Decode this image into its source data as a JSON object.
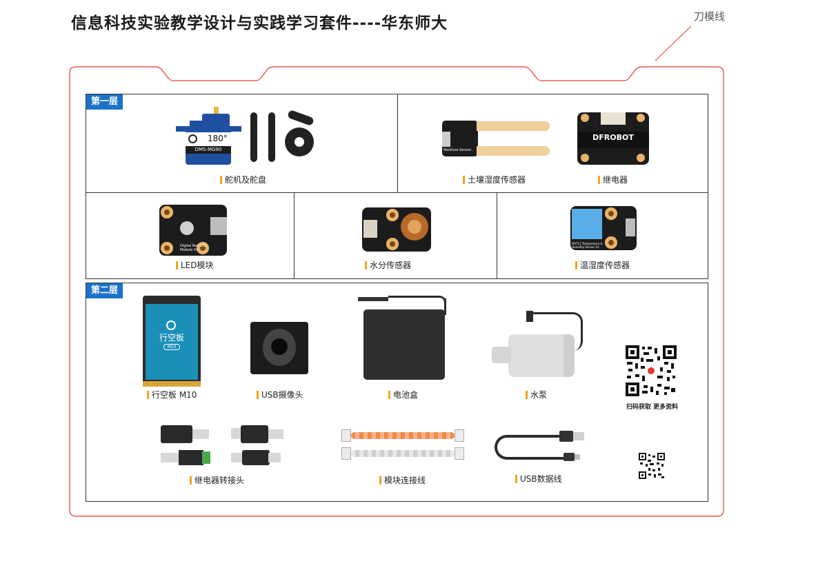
{
  "title": "信息科技实验教学设计与实践学习套件----华东师大",
  "dieline_label": "刀模线",
  "colors": {
    "dieline": "#e23a2c",
    "tag": "#1b73c9",
    "marker": "#f5a21b"
  },
  "layer1": {
    "tag": "第一层",
    "servo_angle": "180°",
    "servo_model": "DMS-MG90",
    "items": [
      "舵机及舵盘",
      "土壤湿度传感器",
      "继电器",
      "LED模块",
      "水分传感器",
      "温湿度传感器"
    ],
    "moisture_board_text": "Moisture Sensor",
    "relay_brand": "DFROBOT",
    "led_board_text": "Digital Red LED Module V2",
    "dht_board_text": "DHT11 Temperature & Humidity Sensor V2"
  },
  "layer2": {
    "tag": "第二层",
    "board_screen_text": "行空板",
    "board_badge": "M10",
    "items": [
      "行空板 M10",
      "USB摄像头",
      "电池盒",
      "水泵",
      "继电器转接头",
      "模块连接线",
      "USB数据线"
    ],
    "qr_caption": "扫码获取 更多资料"
  }
}
